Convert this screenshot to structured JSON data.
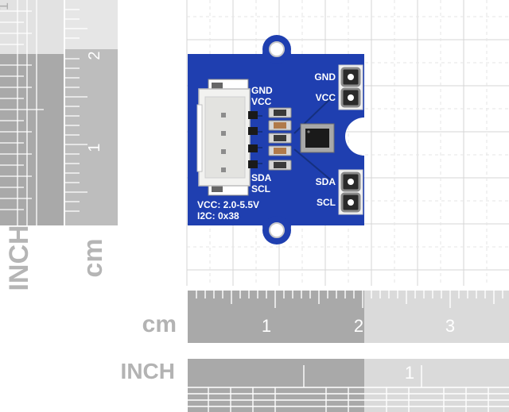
{
  "scale_labels": {
    "cm_word": "cm",
    "inch_word": "INCH",
    "vertical_cm_word": "cm",
    "vertical_inch_word": "INCH"
  },
  "vertical_cm_ruler": {
    "numbers": [
      "1",
      "2"
    ]
  },
  "vertical_inch_ruler": {
    "numbers": [
      "1"
    ]
  },
  "horizontal_cm_ruler": {
    "numbers": [
      "1",
      "2",
      "3"
    ]
  },
  "horizontal_inch_ruler": {
    "numbers": [
      "1"
    ]
  },
  "board": {
    "connector_labels": [
      "GND",
      "VCC",
      "SDA",
      "SCL"
    ],
    "pad_labels_top": [
      "GND",
      "VCC"
    ],
    "pad_labels_bottom": [
      "SDA",
      "SCL"
    ],
    "info_vcc": "VCC: 2.0-5.5V",
    "info_i2c": "I2C: 0x38"
  },
  "colors": {
    "pcb_blue": "#1f3fb0",
    "ruler_dark": "#a6a6a6",
    "ruler_light": "#d9d9d9",
    "text_gray": "#b3b3b3"
  }
}
